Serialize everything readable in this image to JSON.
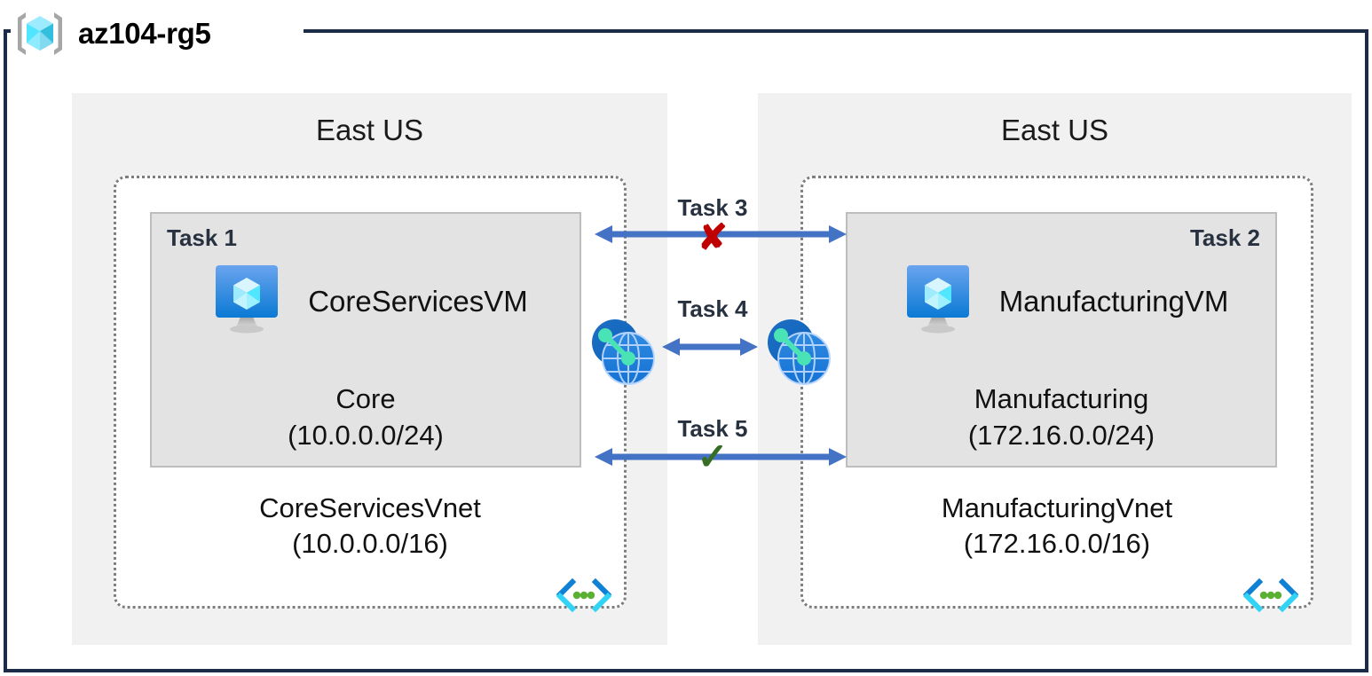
{
  "resource_group": {
    "name": "az104-rg5",
    "icon": "resource-group-cube-icon"
  },
  "regions": [
    {
      "id": "left",
      "label": "East US",
      "vnet": {
        "name": "CoreServicesVnet",
        "cidr": "(10.0.0.0/16)",
        "icon": "vnet-icon"
      },
      "subnet": {
        "task_tag": "Task 1",
        "vm_name": "CoreServicesVM",
        "vm_icon": "virtual-machine-icon",
        "name": "Core",
        "cidr": "(10.0.0.0/24)"
      },
      "peering_icon": "vnet-peering-icon"
    },
    {
      "id": "right",
      "label": "East US",
      "vnet": {
        "name": "ManufacturingVnet",
        "cidr": "(172.16.0.0/16)",
        "icon": "vnet-icon"
      },
      "subnet": {
        "task_tag": "Task 2",
        "vm_name": "ManufacturingVM",
        "vm_icon": "virtual-machine-icon",
        "name": "Manufacturing",
        "cidr": "(172.16.0.0/24)"
      },
      "peering_icon": "vnet-peering-icon"
    }
  ],
  "connections": [
    {
      "id": "task3",
      "label": "Task 3",
      "mark": "✘",
      "mark_meaning": "blocked",
      "mark_color": "#c00000",
      "arrow": "double-headed"
    },
    {
      "id": "task4",
      "label": "Task 4",
      "mark": "",
      "mark_meaning": "peering",
      "arrow": "double-headed"
    },
    {
      "id": "task5",
      "label": "Task 5",
      "mark": "✓",
      "mark_meaning": "allowed",
      "mark_color": "#376e23",
      "arrow": "double-headed"
    }
  ],
  "colors": {
    "frame": "#1c2b48",
    "region_panel": "#f1f1f1",
    "subnet_fill": "#e3e3e3",
    "subnet_border": "#bdbdbd",
    "vnet_border": "#7d7d7d",
    "arrow": "#4472c4",
    "blocked": "#c00000",
    "allowed": "#376e23",
    "azure_blue": "#0a7ad4",
    "cube_cyan": "#50e6ff"
  }
}
